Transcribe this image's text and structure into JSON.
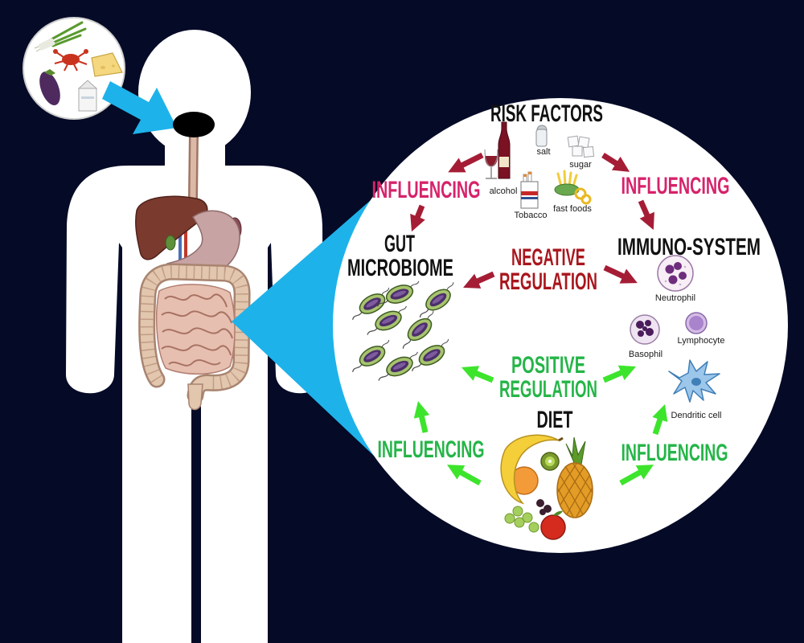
{
  "colors": {
    "background": "#050a27",
    "silhouette": "#ffffff",
    "cyan": "#1eb2ea",
    "influencing_risk": "#d6236b",
    "negative_regulation": "#a9161d",
    "positive_regulation": "#25b548",
    "influencing_diet": "#25b548",
    "arrow_red": "#a51d35",
    "arrow_green": "#3de42c",
    "label_dark": "#111111"
  },
  "risk_factors": {
    "title": "RISK FACTORS",
    "items": [
      "salt",
      "sugar",
      "alcohol",
      "Tobacco",
      "fast foods"
    ]
  },
  "influencing": {
    "risk_to_gut": "INFLUENCING",
    "risk_to_immune": "INFLUENCING",
    "diet_to_gut": "INFLUENCING",
    "diet_to_immune": "INFLUENCING"
  },
  "gut_microbiome": {
    "lines": [
      "GUT",
      "MICROBIOME"
    ]
  },
  "immune_system": {
    "title": "IMMUNO-SYSTEM",
    "cells": [
      "Neutrophil",
      "Basophil",
      "Lymphocyte",
      "Dendritic cell"
    ]
  },
  "negative_regulation": {
    "lines": [
      "NEGATIVE",
      "REGULATION"
    ]
  },
  "positive_regulation": {
    "lines": [
      "POSITIVE",
      "REGULATION"
    ]
  },
  "diet": {
    "title": "DIET"
  },
  "icons": [
    "scallion-icon",
    "crab-icon",
    "cheese-icon",
    "eggplant-icon",
    "milk-carton-icon",
    "wine-bottle-icon",
    "wine-glass-icon",
    "salt-shaker-icon",
    "sugar-cubes-icon",
    "cigarette-pack-icon",
    "fast-food-icon",
    "bacterium-icon",
    "neutrophil-icon",
    "basophil-icon",
    "lymphocyte-icon",
    "dendritic-cell-icon",
    "banana-icon",
    "pineapple-icon",
    "kiwi-icon",
    "orange-icon",
    "apple-icon",
    "grapes-icon"
  ]
}
